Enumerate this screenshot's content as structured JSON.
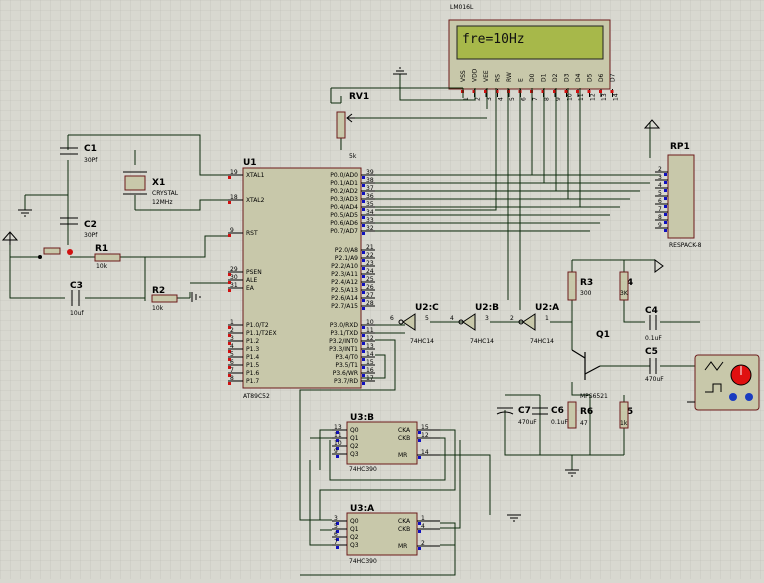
{
  "lcd": {
    "label": "LM016L",
    "text": "fre=10Hz",
    "bg": "#a7b84a",
    "pins": [
      "VSS",
      "VDD",
      "VEE",
      "RS",
      "RW",
      "E",
      "D0",
      "D1",
      "D2",
      "D3",
      "D4",
      "D5",
      "D6",
      "D7"
    ],
    "pin_numbers": [
      "1",
      "2",
      "3",
      "4",
      "5",
      "6",
      "7",
      "8",
      "9",
      "10",
      "11",
      "12",
      "13",
      "14"
    ]
  },
  "rv1": {
    "ref": "RV1",
    "value": "5k"
  },
  "c1": {
    "ref": "C1",
    "value": "30Pf"
  },
  "c2": {
    "ref": "C2",
    "value": "30Pf"
  },
  "x1": {
    "ref": "X1",
    "type": "CRYSTAL",
    "value": "12MHz"
  },
  "r1": {
    "ref": "R1",
    "value": "10k"
  },
  "r2": {
    "ref": "R2",
    "value": "10k"
  },
  "c3": {
    "ref": "C3",
    "value": "10uf"
  },
  "u1": {
    "ref": "U1",
    "part": "AT89C52",
    "left_pins": [
      {
        "n": "19",
        "name": "XTAL1"
      },
      {
        "n": "18",
        "name": "XTAL2"
      },
      {
        "n": "9",
        "name": "RST"
      },
      {
        "n": "29",
        "name": "PSEN"
      },
      {
        "n": "30",
        "name": "ALE"
      },
      {
        "n": "31",
        "name": "EA"
      }
    ],
    "p1_pins": [
      {
        "n": "1",
        "name": "P1.0/T2"
      },
      {
        "n": "2",
        "name": "P1.1/T2EX"
      },
      {
        "n": "3",
        "name": "P1.2"
      },
      {
        "n": "4",
        "name": "P1.3"
      },
      {
        "n": "5",
        "name": "P1.4"
      },
      {
        "n": "6",
        "name": "P1.5"
      },
      {
        "n": "7",
        "name": "P1.6"
      },
      {
        "n": "8",
        "name": "P1.7"
      }
    ],
    "p0_pins": [
      {
        "n": "39",
        "name": "P0.0/AD0"
      },
      {
        "n": "38",
        "name": "P0.1/AD1"
      },
      {
        "n": "37",
        "name": "P0.2/AD2"
      },
      {
        "n": "36",
        "name": "P0.3/AD3"
      },
      {
        "n": "35",
        "name": "P0.4/AD4"
      },
      {
        "n": "34",
        "name": "P0.5/AD5"
      },
      {
        "n": "33",
        "name": "P0.6/AD6"
      },
      {
        "n": "32",
        "name": "P0.7/AD7"
      }
    ],
    "p2_pins": [
      {
        "n": "21",
        "name": "P2.0/A8"
      },
      {
        "n": "22",
        "name": "P2.1/A9"
      },
      {
        "n": "23",
        "name": "P2.2/A10"
      },
      {
        "n": "24",
        "name": "P2.3/A11"
      },
      {
        "n": "25",
        "name": "P2.4/A12"
      },
      {
        "n": "26",
        "name": "P2.5/A13"
      },
      {
        "n": "27",
        "name": "P2.6/A14"
      },
      {
        "n": "28",
        "name": "P2.7/A15"
      }
    ],
    "p3_pins": [
      {
        "n": "10",
        "name": "P3.0/RXD"
      },
      {
        "n": "11",
        "name": "P3.1/TXD"
      },
      {
        "n": "12",
        "name": "P3.2/INT0"
      },
      {
        "n": "13",
        "name": "P3.3/INT1"
      },
      {
        "n": "14",
        "name": "P3.4/T0"
      },
      {
        "n": "15",
        "name": "P3.5/T1"
      },
      {
        "n": "16",
        "name": "P3.6/WR"
      },
      {
        "n": "17",
        "name": "P3.7/RD"
      }
    ]
  },
  "rp1": {
    "ref": "RP1",
    "part": "RESPACK-8",
    "pins": [
      "2",
      "3",
      "4",
      "5",
      "6",
      "7",
      "8",
      "9"
    ]
  },
  "u2c": {
    "ref": "U2:C",
    "part": "74HC14",
    "in": "5",
    "out": "6"
  },
  "u2b": {
    "ref": "U2:B",
    "part": "74HC14",
    "in": "3",
    "out": "4"
  },
  "u2a": {
    "ref": "U2:A",
    "part": "74HC14",
    "in": "1",
    "out": "2"
  },
  "r3": {
    "ref": "R3",
    "value": "300"
  },
  "r4": {
    "ref": "R4",
    "value": "3K"
  },
  "r5": {
    "ref": "R5",
    "value": "1k"
  },
  "r6": {
    "ref": "R6",
    "value": "47"
  },
  "c4": {
    "ref": "C4",
    "value": "0.1uF"
  },
  "c5": {
    "ref": "C5",
    "value": "470uF"
  },
  "c6": {
    "ref": "C6",
    "value": "0.1uF"
  },
  "c7": {
    "ref": "C7",
    "value": "470uF"
  },
  "q1": {
    "ref": "Q1",
    "part": "MPS6521"
  },
  "u3b": {
    "ref": "U3:B",
    "part": "74HC390",
    "pins": [
      {
        "n": "13",
        "name": "Q0"
      },
      {
        "n": "11",
        "name": "Q1"
      },
      {
        "n": "10",
        "name": "Q2"
      },
      {
        "n": "9",
        "name": "Q3"
      }
    ],
    "rpins": [
      {
        "n": "15",
        "name": "CKA"
      },
      {
        "n": "12",
        "name": "CKB"
      },
      {
        "n": "14",
        "name": "MR"
      }
    ]
  },
  "u3a": {
    "ref": "U3:A",
    "part": "74HC390",
    "pins": [
      {
        "n": "3",
        "name": "Q0"
      },
      {
        "n": "5",
        "name": "Q1"
      },
      {
        "n": "6",
        "name": "Q2"
      },
      {
        "n": "7",
        "name": "Q3"
      }
    ],
    "rpins": [
      {
        "n": "1",
        "name": "CKA"
      },
      {
        "n": "4",
        "name": "CKB"
      },
      {
        "n": "2",
        "name": "MR"
      }
    ]
  },
  "colors": {
    "wire": "#0b2a0b",
    "body": "#c8c8aa",
    "pin_red": "#d01010",
    "pin_blue": "#1010c0",
    "grid": "#bcbcb4",
    "lcd_bg": "#a7b84a"
  }
}
